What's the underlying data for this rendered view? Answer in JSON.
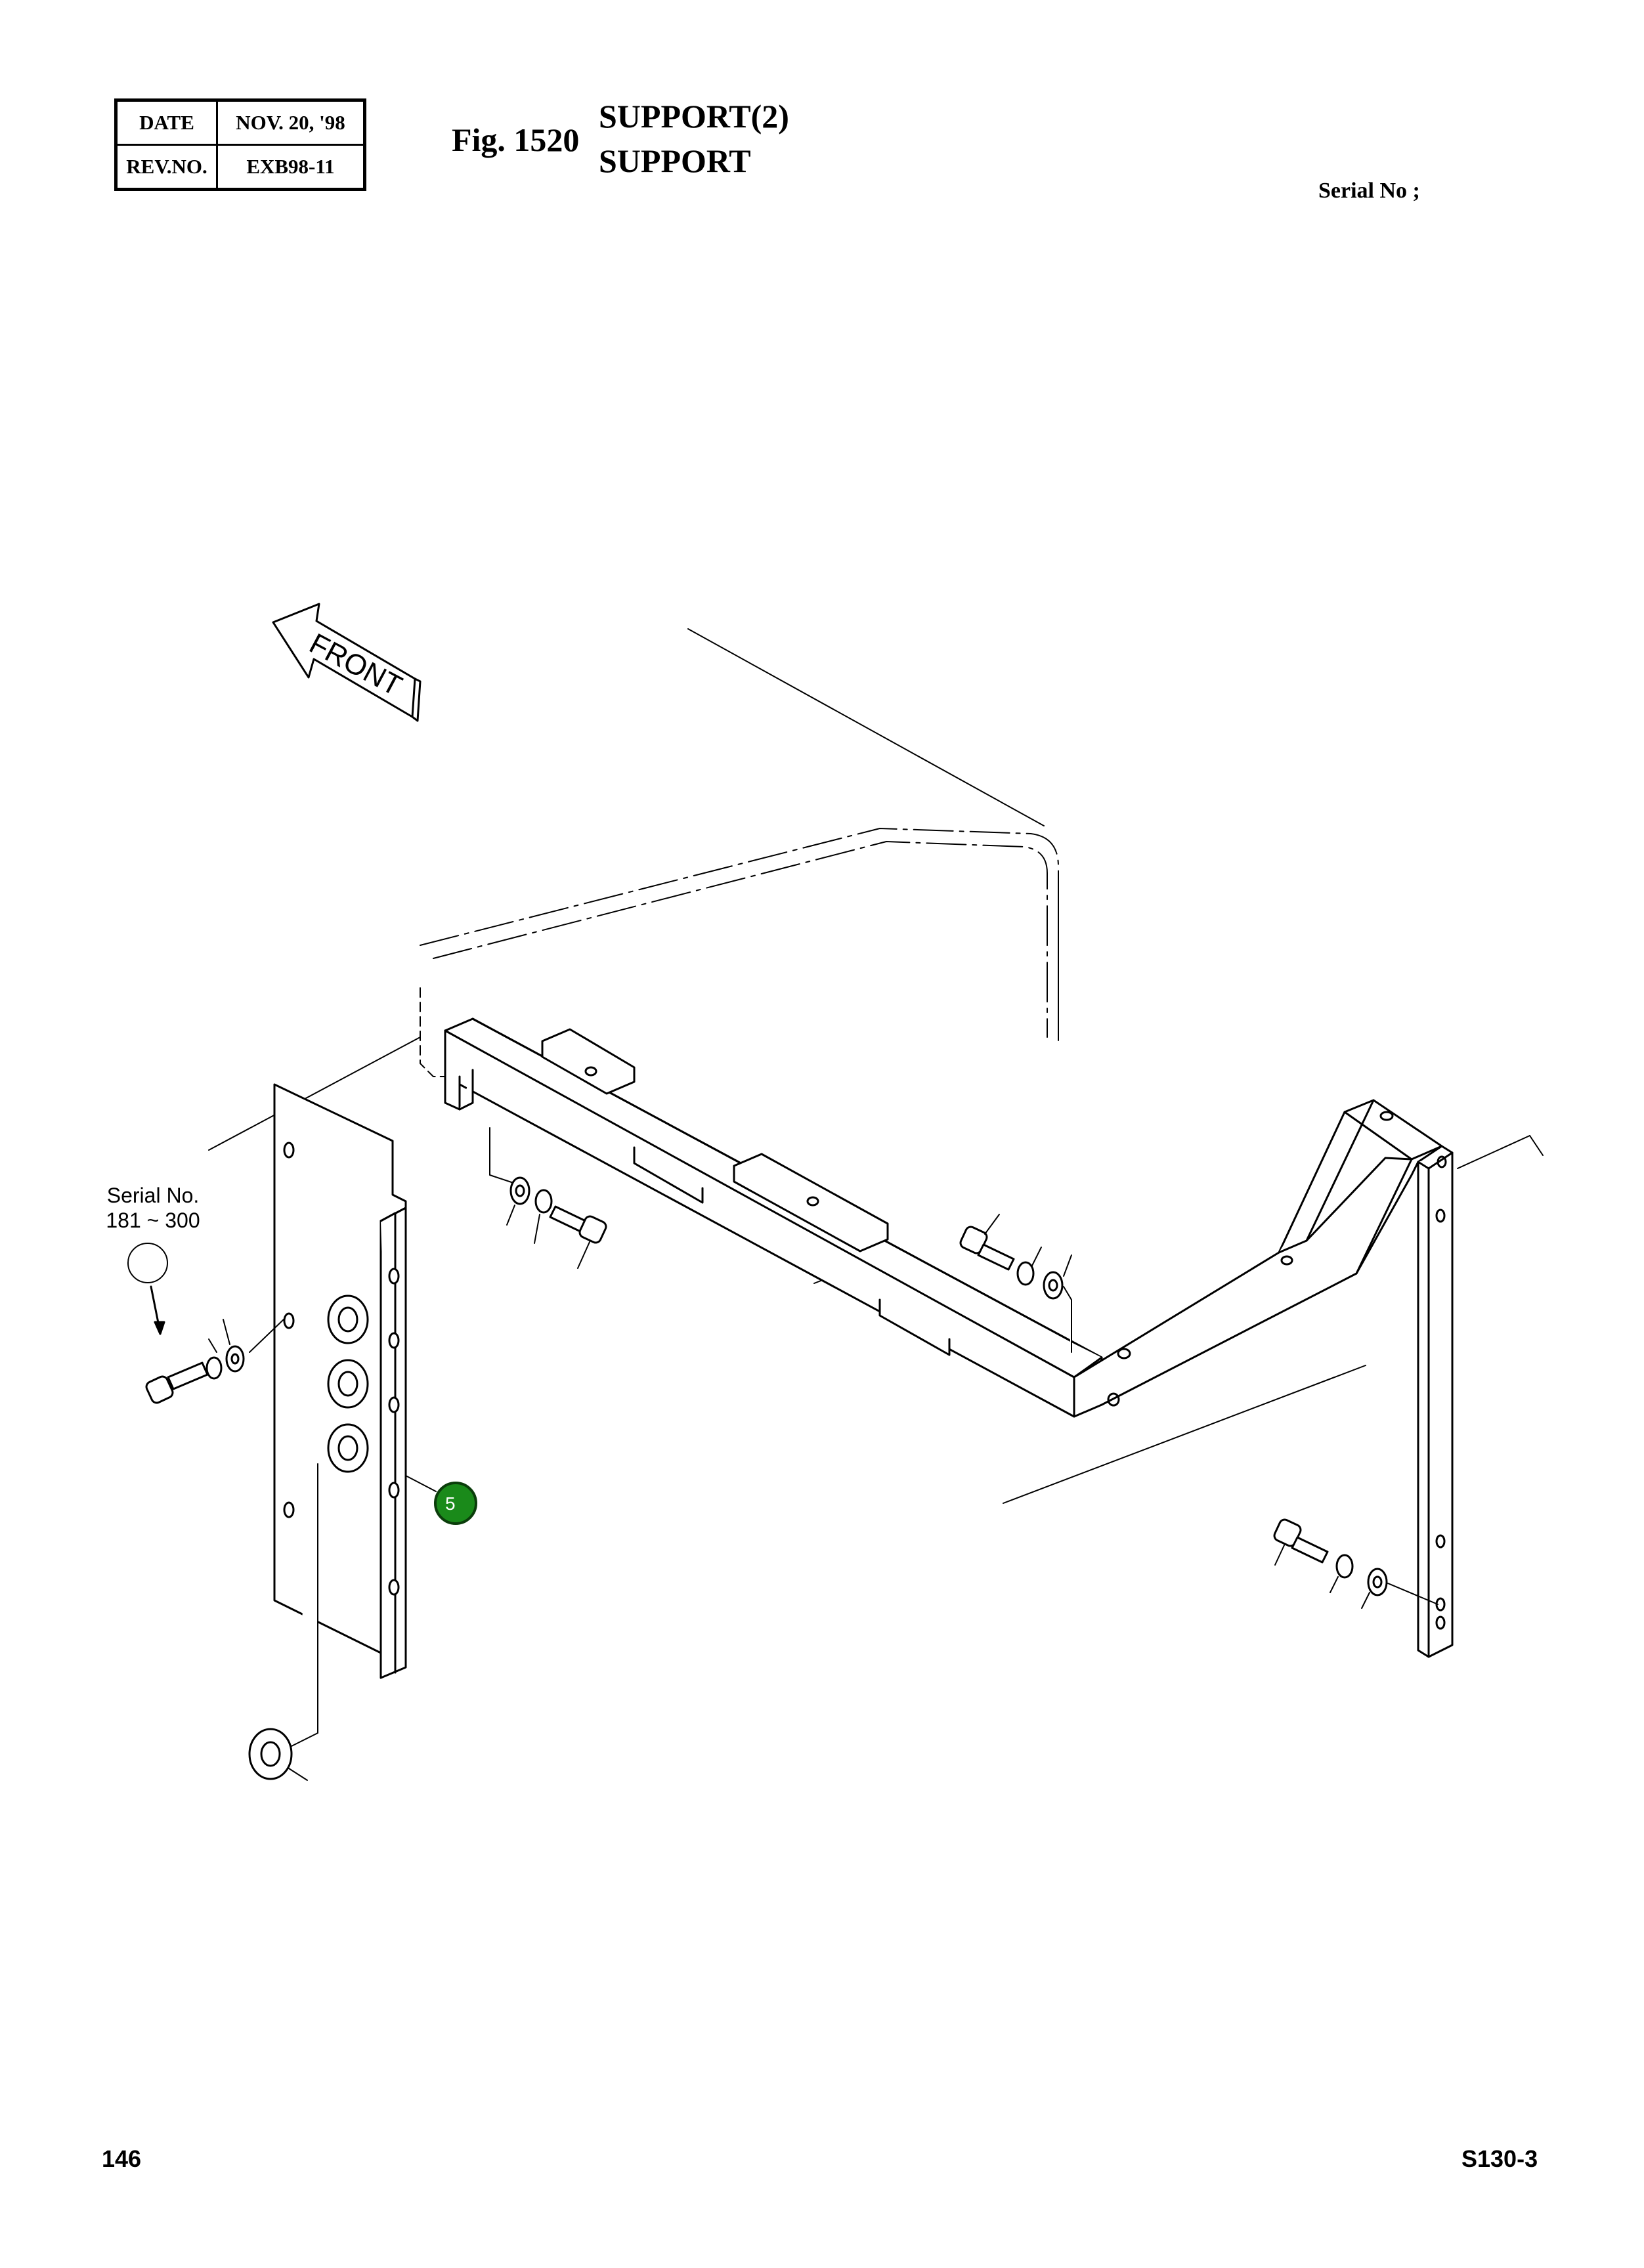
{
  "revision_table": {
    "date_label": "DATE",
    "date_value": "NOV.  20, '98",
    "rev_label": "REV.NO.",
    "rev_value": "EXB98-11"
  },
  "figure": {
    "number": "Fig. 1520",
    "title_line1": "SUPPORT(2)",
    "title_line2": "SUPPORT"
  },
  "serial_header": "Serial No ;",
  "serial_note": {
    "line1": "Serial No.",
    "line2": "181 ~ 300"
  },
  "direction_label": "FRONT",
  "callouts": [
    {
      "label": "5",
      "color": "#1a8a1a"
    }
  ],
  "footer": {
    "page": "146",
    "model": "S130-3"
  }
}
